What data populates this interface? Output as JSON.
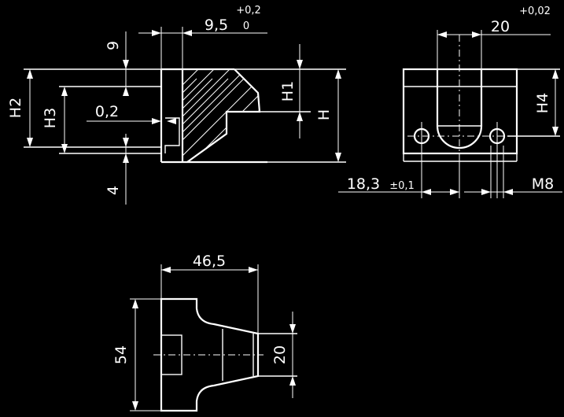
{
  "dimensions": {
    "d9": "9",
    "d9_5": "9,5",
    "tol_9_5_upper": "+0,2",
    "tol_9_5_lower": "0",
    "d0_2": "0,2",
    "d4": "4",
    "h": "H",
    "h1": "H1",
    "h2": "H2",
    "h3": "H3",
    "d20_top": "20",
    "tol_20_upper": "+0,02",
    "h4": "H4",
    "d18_3": "18,3",
    "tol_18_3": "±0,1",
    "m8": "M8",
    "d46_5": "46,5",
    "d54": "54",
    "d20_side": "20"
  }
}
